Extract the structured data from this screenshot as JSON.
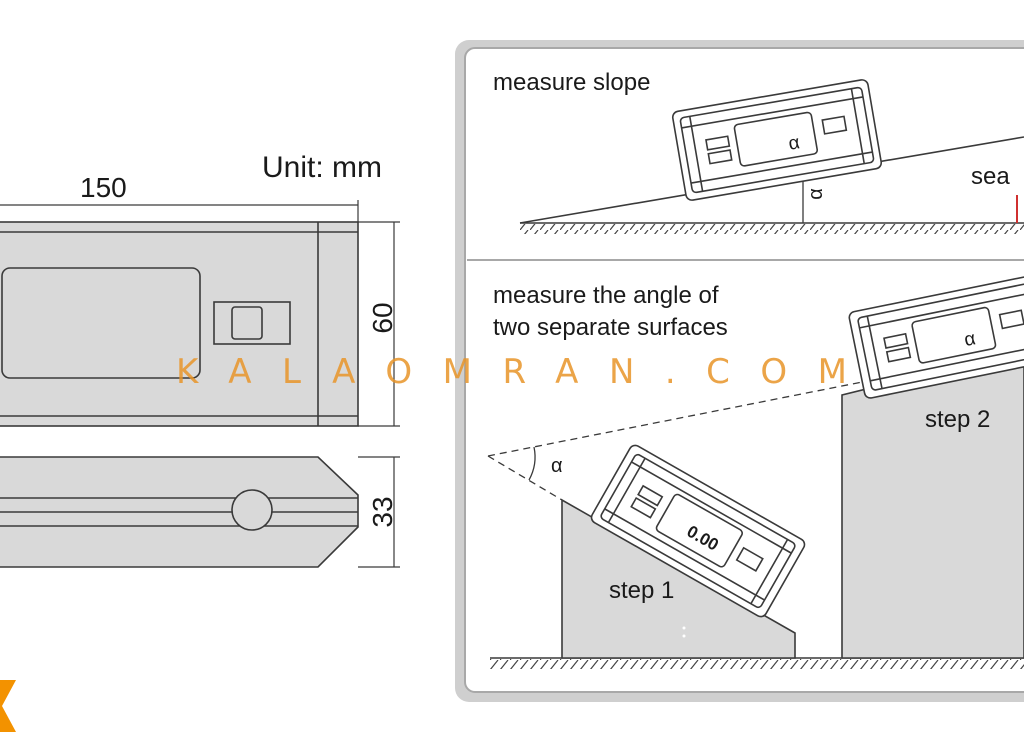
{
  "dimension_drawing": {
    "unit_label": "Unit: mm",
    "length": "150",
    "height": "60",
    "thickness": "33"
  },
  "panel_slope": {
    "title": "measure slope",
    "device_symbol": "α",
    "angle_symbol": "α",
    "side_label": "sea"
  },
  "panel_surfaces": {
    "title_line1": "measure the angle of",
    "title_line2": "two separate surfaces",
    "step1_label": "step 1",
    "step2_label": "step 2",
    "angle_symbol": "α",
    "device_symbol": "α",
    "readout": "0.00"
  },
  "watermark": {
    "text": "KALAOMRAN.COM",
    "color": "#e89428"
  },
  "colors": {
    "line": "#3a3a3a",
    "fill_gray": "#d9d9d9",
    "panel_border": "#a8a8a8",
    "logo": "#f39200"
  }
}
